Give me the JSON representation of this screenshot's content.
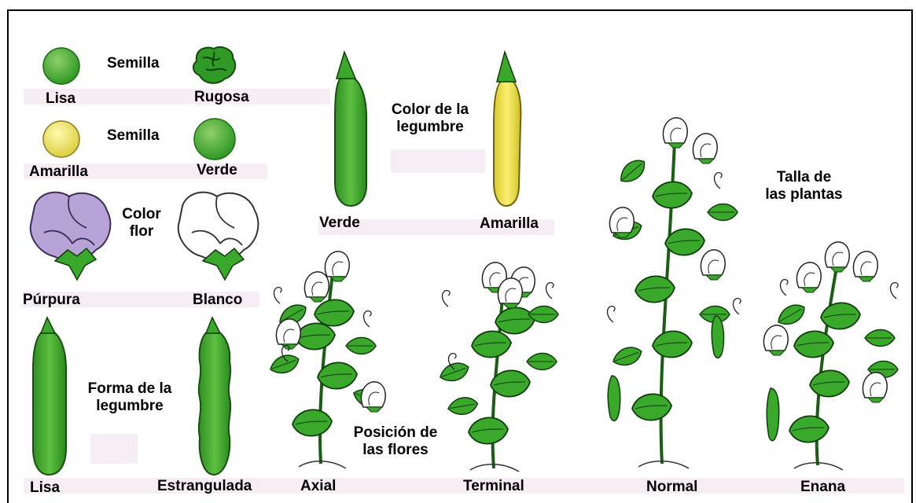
{
  "labels": {
    "seed_shape_title": "Semilla",
    "seed_smooth": "Lisa",
    "seed_wrinkled": "Rugosa",
    "seed_color_title": "Semilla",
    "seed_yellow": "Amarilla",
    "seed_green": "Verde",
    "flower_color_title_1": "Color",
    "flower_color_title_2": "flor",
    "flower_purple": "Púrpura",
    "flower_white": "Blanco",
    "pod_shape_title_1": "Forma de la",
    "pod_shape_title_2": "legumbre",
    "pod_smooth": "Lisa",
    "pod_constricted": "Estrangulada",
    "pod_color_title_1": "Color de la",
    "pod_color_title_2": "legumbre",
    "pod_green": "Verde",
    "pod_yellow": "Amarilla",
    "flower_pos_title_1": "Posición de",
    "flower_pos_title_2": "las flores",
    "pos_axial": "Axial",
    "pos_terminal": "Terminal",
    "height_title_1": "Talla de",
    "height_title_2": "las plantas",
    "height_normal": "Normal",
    "height_dwarf": "Enana"
  },
  "colors": {
    "green": "#3aa82a",
    "dark_green": "#1a5e12",
    "yellow": "#ece04a",
    "purple": "#b7a3d6",
    "pink_band": "#f7eef5"
  }
}
